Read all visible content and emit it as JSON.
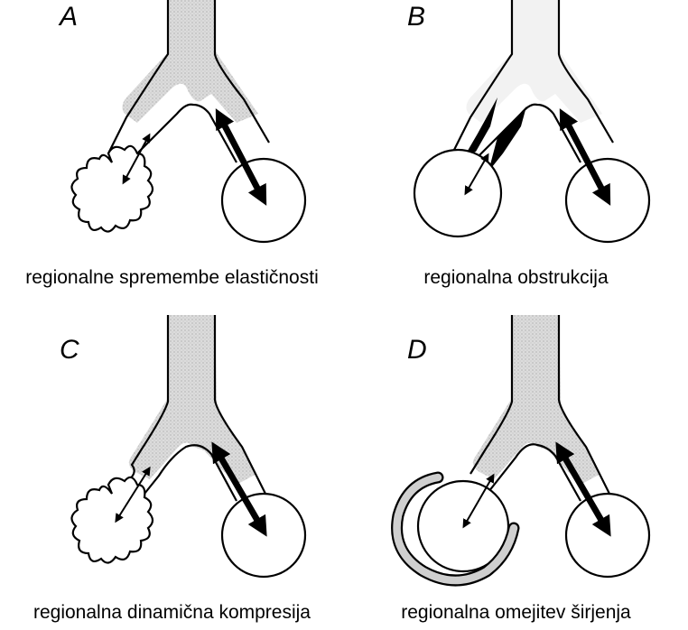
{
  "panels": [
    {
      "letter": "A",
      "caption": "regionalne spremembe elastičnosti"
    },
    {
      "letter": "B",
      "caption": "regionalna obstrukcija"
    },
    {
      "letter": "C",
      "caption": "regionalna dinamična kompresija"
    },
    {
      "letter": "D",
      "caption": "regionalna omejitev širjenja"
    }
  ],
  "colors": {
    "airway_fill": "#d4d4d4",
    "line": "#000000",
    "obstruction": "#000000"
  }
}
